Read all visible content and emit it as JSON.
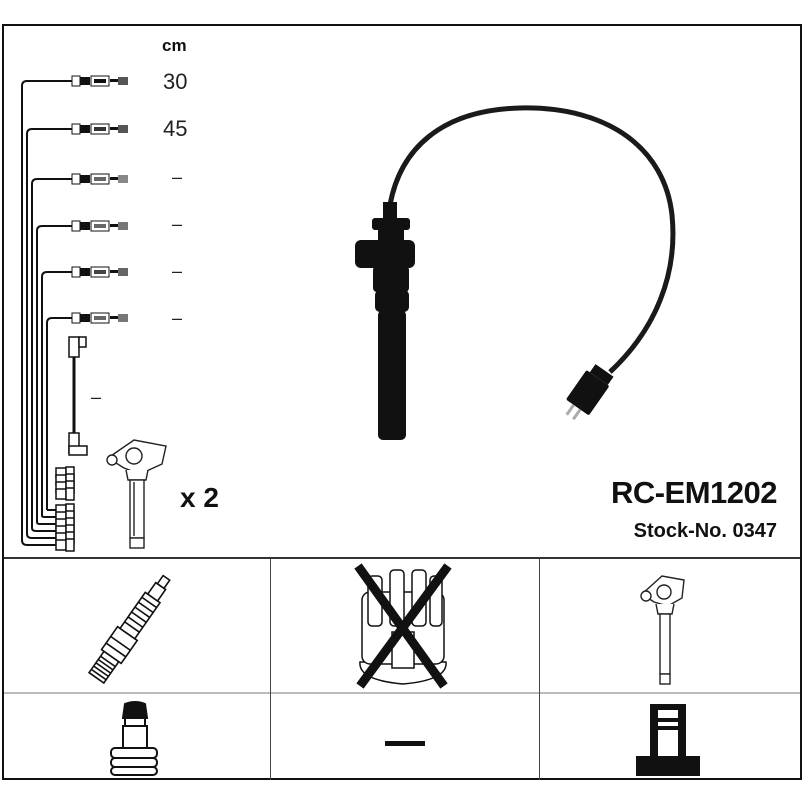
{
  "product": {
    "part_number": "RC-EM1202",
    "stock_label": "Stock-No. 0347",
    "quantity_label": "x 2"
  },
  "cable_set": {
    "unit_label": "cm",
    "cables": [
      {
        "index": 1,
        "length": "30"
      },
      {
        "index": 2,
        "length": "45"
      },
      {
        "index": 3,
        "length": "–"
      },
      {
        "index": 4,
        "length": "–"
      },
      {
        "index": 5,
        "length": "–"
      },
      {
        "index": 6,
        "length": "–"
      },
      {
        "index": 7,
        "length": "–"
      }
    ]
  },
  "compatibility_grid": {
    "rows": [
      [
        {
          "icon": "spark-plug-icon",
          "status": "included"
        },
        {
          "icon": "distributor-cap-icon",
          "status": "not-applicable"
        },
        {
          "icon": "ignition-coil-icon",
          "status": "included"
        }
      ],
      [
        {
          "icon": "spark-plug-connector-icon",
          "status": "included"
        },
        {
          "icon": "dash-icon",
          "status": "none",
          "text": "—"
        },
        {
          "icon": "coil-connector-icon",
          "status": "included"
        }
      ]
    ]
  }
}
